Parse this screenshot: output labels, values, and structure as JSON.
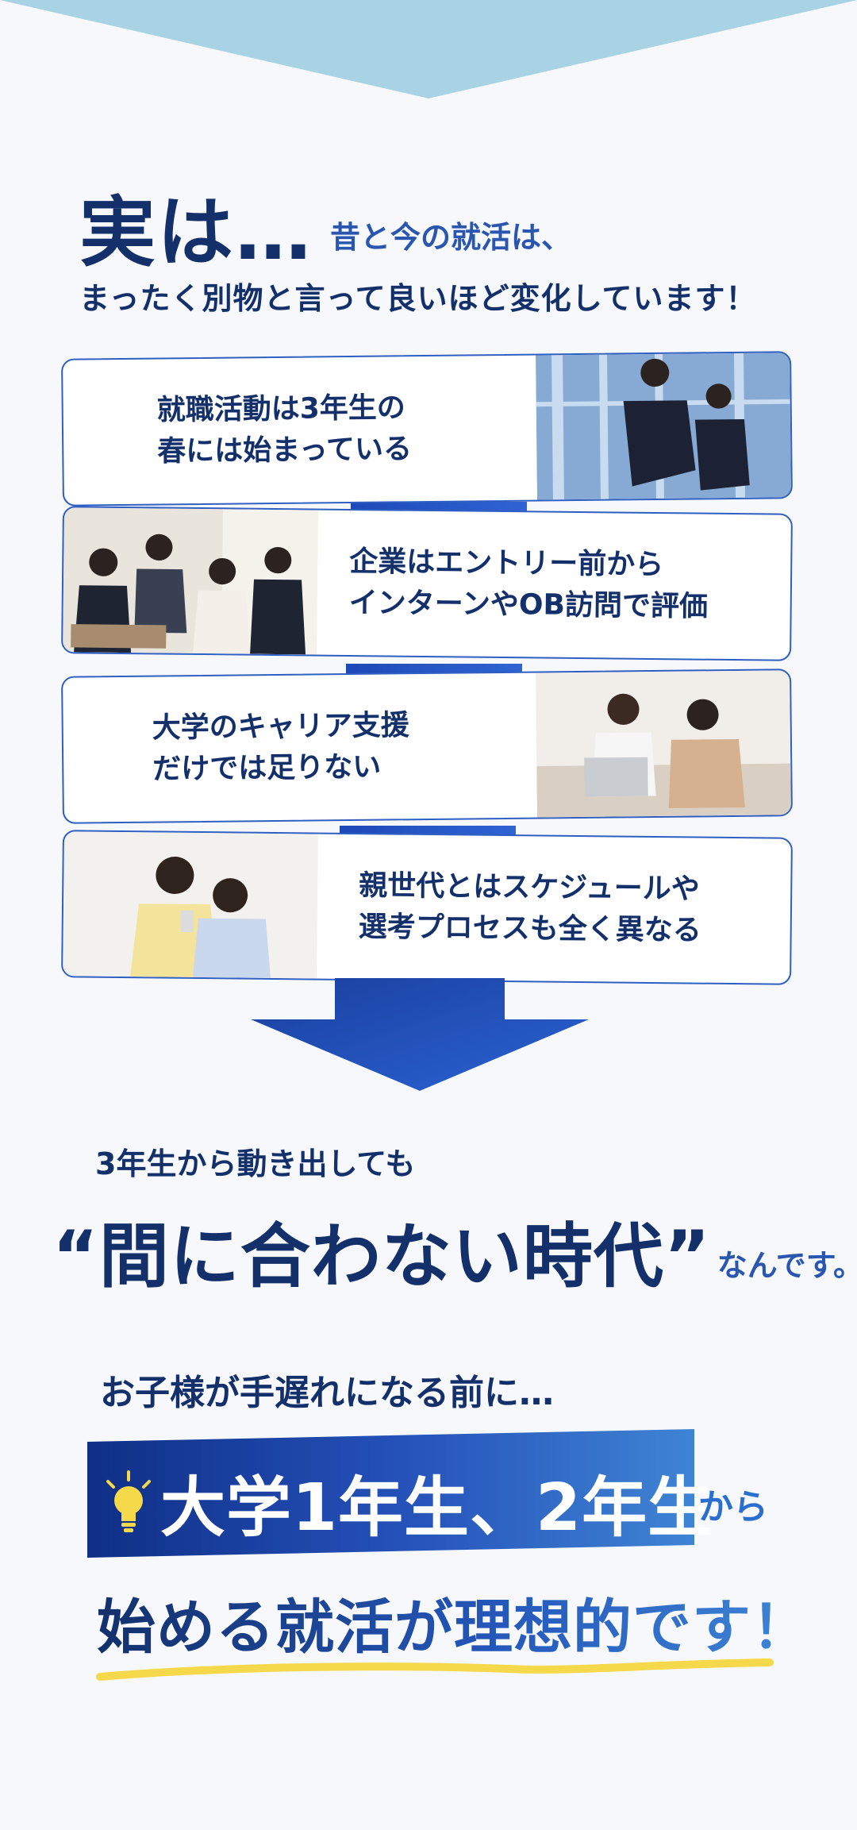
{
  "intro": {
    "big": "実は…",
    "small": "昔と今の就活は、",
    "sub": "まったく別物と言って良いほど変化しています！"
  },
  "cards": [
    {
      "line1": "就職活動は3年生の",
      "line2": "春には始まっている"
    },
    {
      "line1": "企業はエントリー前から",
      "line2": "インターンやOB訪問で評価"
    },
    {
      "line1": "大学のキャリア支援",
      "line2": "だけでは足りない"
    },
    {
      "line1": "親世代とはスケジュールや",
      "line2": "選考プロセスも全く異なる"
    }
  ],
  "lead": {
    "small": "3年生から動き出しても",
    "quote": "“間に合わない時代”",
    "tail": "なんです。"
  },
  "cta": {
    "before": "お子様が手遅れになる前に…",
    "grade": "大学1年生、2年生",
    "grade_tail": "から",
    "ideal": "始める就活が理想的です！"
  },
  "colors": {
    "navy": "#13306b",
    "accent_blue": "#2a56b0",
    "chevron": "#a7d3e4",
    "underline_yellow": "#f6d94a"
  },
  "icons": [
    "lightbulb-icon",
    "down-arrow-icon"
  ]
}
